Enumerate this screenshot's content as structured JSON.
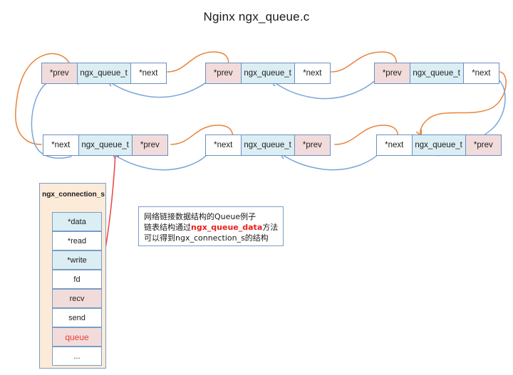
{
  "title": "Nginx ngx_queue.c",
  "colors": {
    "pink": "#f2dcdb",
    "blue": "#dbeef4",
    "white": "#ffffff",
    "node_border": "#6a8fc0",
    "struct_bg": "#fdebd9",
    "orange_arrow": "#e8833a",
    "blue_arrow": "#7aa6d8",
    "red_arrow": "#ee4c48",
    "red_text": "#e8403a"
  },
  "rows": [
    {
      "name": "row-top",
      "nodes": [
        {
          "prev": "*prev",
          "mid": "ngx_queue_t",
          "next": "*next"
        },
        {
          "prev": "*prev",
          "mid": "ngx_queue_t",
          "next": "*next"
        },
        {
          "prev": "*prev",
          "mid": "ngx_queue_t",
          "next": "*next"
        }
      ]
    },
    {
      "name": "row-bottom",
      "nodes": [
        {
          "next": "*next",
          "mid": "ngx_queue_t",
          "prev": "*prev"
        },
        {
          "next": "*next",
          "mid": "ngx_queue_t",
          "prev": "*prev"
        },
        {
          "next": "*next",
          "mid": "ngx_queue_t",
          "prev": "*prev"
        }
      ]
    }
  ],
  "struct": {
    "title": "ngx_connection_s",
    "fields": [
      {
        "label": "*data",
        "fill": "blue"
      },
      {
        "label": "*read",
        "fill": "white"
      },
      {
        "label": "*write",
        "fill": "blue"
      },
      {
        "label": "fd",
        "fill": "white"
      },
      {
        "label": "recv",
        "fill": "pink"
      },
      {
        "label": "send",
        "fill": "white"
      },
      {
        "label": "queue",
        "fill": "pink",
        "text_color": "red"
      },
      {
        "label": "...",
        "fill": "white"
      }
    ]
  },
  "annotation": {
    "line1": "网络链接数据结构的Queue例子",
    "line2_pre": "链表结构通过",
    "line2_em": "ngx_queue_data",
    "line2_post": "方法",
    "line3": "可以得到ngx_connection_s的结构"
  }
}
